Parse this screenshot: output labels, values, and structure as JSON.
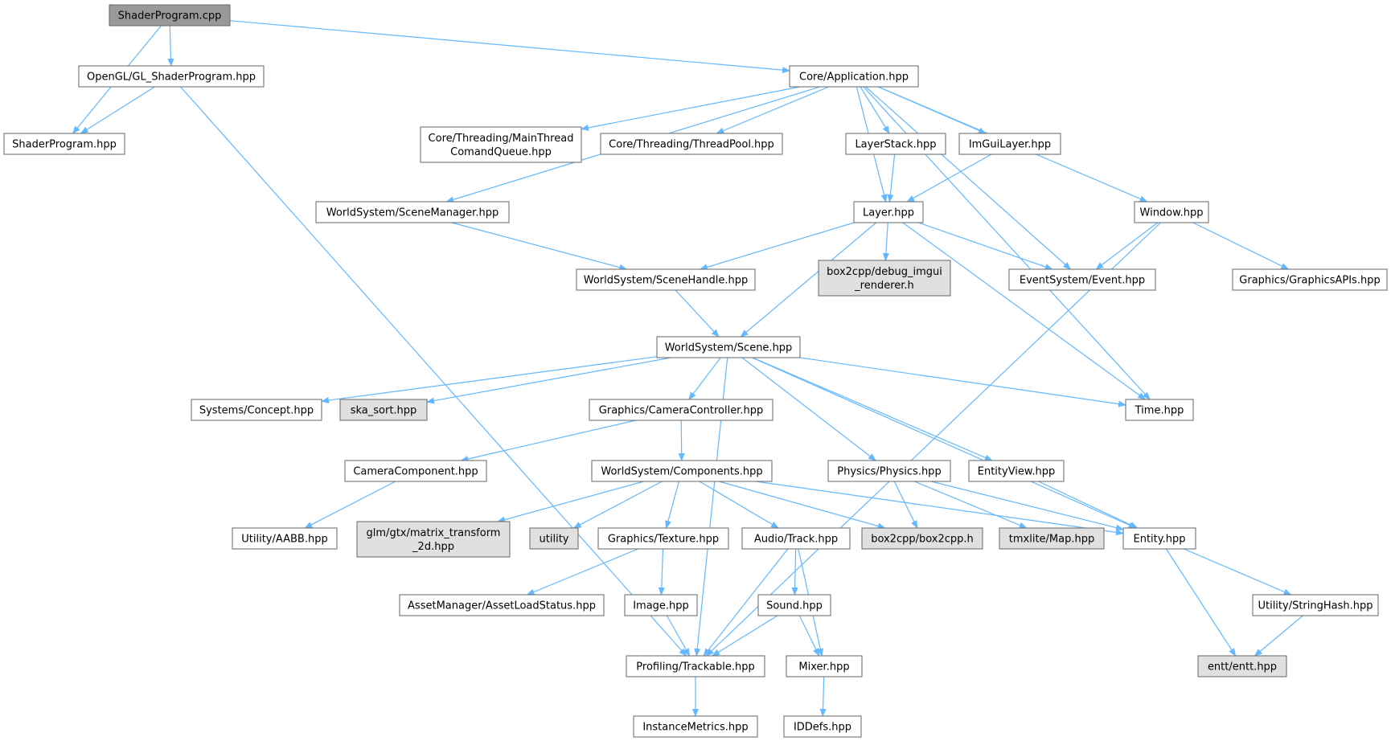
{
  "colors": {
    "edge": "#63b8ff",
    "node_border": "#666666",
    "node_fill": "#ffffff",
    "node_fill_external": "#e0e0e0",
    "node_fill_root": "#999999"
  },
  "nodes": [
    {
      "id": "shaderprogram-cpp",
      "lines": [
        "ShaderProgram.cpp"
      ],
      "style": "root"
    },
    {
      "id": "shaderprogram-hpp",
      "lines": [
        "ShaderProgram.hpp"
      ],
      "style": "normal"
    },
    {
      "id": "gl-shaderprogram",
      "lines": [
        "OpenGL/GL_ShaderProgram.hpp"
      ],
      "style": "normal"
    },
    {
      "id": "core-application",
      "lines": [
        "Core/Application.hpp"
      ],
      "style": "normal"
    },
    {
      "id": "scene-manager",
      "lines": [
        "WorldSystem/SceneManager.hpp"
      ],
      "style": "normal"
    },
    {
      "id": "main-thread-queue",
      "lines": [
        "Core/Threading/MainThread",
        "ComandQueue.hpp"
      ],
      "style": "normal"
    },
    {
      "id": "thread-pool",
      "lines": [
        "Core/Threading/ThreadPool.hpp"
      ],
      "style": "normal"
    },
    {
      "id": "layer-stack",
      "lines": [
        "LayerStack.hpp"
      ],
      "style": "normal"
    },
    {
      "id": "imgui-layer",
      "lines": [
        "ImGuiLayer.hpp"
      ],
      "style": "normal"
    },
    {
      "id": "window",
      "lines": [
        "Window.hpp"
      ],
      "style": "normal"
    },
    {
      "id": "layer",
      "lines": [
        "Layer.hpp"
      ],
      "style": "normal"
    },
    {
      "id": "scene-handle",
      "lines": [
        "WorldSystem/SceneHandle.hpp"
      ],
      "style": "normal"
    },
    {
      "id": "debug-imgui",
      "lines": [
        "box2cpp/debug_imgui",
        "_renderer.h"
      ],
      "style": "external"
    },
    {
      "id": "event",
      "lines": [
        "EventSystem/Event.hpp"
      ],
      "style": "normal"
    },
    {
      "id": "graphics-apis",
      "lines": [
        "Graphics/GraphicsAPIs.hpp"
      ],
      "style": "normal"
    },
    {
      "id": "scene",
      "lines": [
        "WorldSystem/Scene.hpp"
      ],
      "style": "normal"
    },
    {
      "id": "concept",
      "lines": [
        "Systems/Concept.hpp"
      ],
      "style": "normal"
    },
    {
      "id": "ska-sort",
      "lines": [
        "ska_sort.hpp"
      ],
      "style": "external"
    },
    {
      "id": "camera-controller",
      "lines": [
        "Graphics/CameraController.hpp"
      ],
      "style": "normal"
    },
    {
      "id": "time",
      "lines": [
        "Time.hpp"
      ],
      "style": "normal"
    },
    {
      "id": "camera-component",
      "lines": [
        "CameraComponent.hpp"
      ],
      "style": "normal"
    },
    {
      "id": "components",
      "lines": [
        "WorldSystem/Components.hpp"
      ],
      "style": "normal"
    },
    {
      "id": "physics",
      "lines": [
        "Physics/Physics.hpp"
      ],
      "style": "normal"
    },
    {
      "id": "entity-view",
      "lines": [
        "EntityView.hpp"
      ],
      "style": "normal"
    },
    {
      "id": "aabb",
      "lines": [
        "Utility/AABB.hpp"
      ],
      "style": "normal"
    },
    {
      "id": "glm-matrix",
      "lines": [
        "glm/gtx/matrix_transform",
        "_2d.hpp"
      ],
      "style": "external"
    },
    {
      "id": "utility",
      "lines": [
        "utility"
      ],
      "style": "external"
    },
    {
      "id": "texture",
      "lines": [
        "Graphics/Texture.hpp"
      ],
      "style": "normal"
    },
    {
      "id": "track",
      "lines": [
        "Audio/Track.hpp"
      ],
      "style": "normal"
    },
    {
      "id": "box2cpp",
      "lines": [
        "box2cpp/box2cpp.h"
      ],
      "style": "external"
    },
    {
      "id": "tmxlite-map",
      "lines": [
        "tmxlite/Map.hpp"
      ],
      "style": "external"
    },
    {
      "id": "entity",
      "lines": [
        "Entity.hpp"
      ],
      "style": "normal"
    },
    {
      "id": "asset-load-status",
      "lines": [
        "AssetManager/AssetLoadStatus.hpp"
      ],
      "style": "normal"
    },
    {
      "id": "image",
      "lines": [
        "Image.hpp"
      ],
      "style": "normal"
    },
    {
      "id": "sound",
      "lines": [
        "Sound.hpp"
      ],
      "style": "normal"
    },
    {
      "id": "string-hash",
      "lines": [
        "Utility/StringHash.hpp"
      ],
      "style": "normal"
    },
    {
      "id": "trackable",
      "lines": [
        "Profiling/Trackable.hpp"
      ],
      "style": "normal"
    },
    {
      "id": "mixer",
      "lines": [
        "Mixer.hpp"
      ],
      "style": "normal"
    },
    {
      "id": "entt",
      "lines": [
        "entt/entt.hpp"
      ],
      "style": "external"
    },
    {
      "id": "instance-metrics",
      "lines": [
        "InstanceMetrics.hpp"
      ],
      "style": "normal"
    },
    {
      "id": "iddefs",
      "lines": [
        "IDDefs.hpp"
      ],
      "style": "normal"
    }
  ],
  "edges": [
    {
      "from": "shaderprogram-cpp",
      "to": "shaderprogram-hpp"
    },
    {
      "from": "shaderprogram-cpp",
      "to": "gl-shaderprogram"
    },
    {
      "from": "shaderprogram-cpp",
      "to": "core-application"
    },
    {
      "from": "gl-shaderprogram",
      "to": "shaderprogram-hpp"
    },
    {
      "from": "gl-shaderprogram",
      "to": "trackable"
    },
    {
      "from": "core-application",
      "to": "scene-manager"
    },
    {
      "from": "core-application",
      "to": "main-thread-queue"
    },
    {
      "from": "core-application",
      "to": "thread-pool"
    },
    {
      "from": "core-application",
      "to": "layer-stack"
    },
    {
      "from": "core-application",
      "to": "imgui-layer"
    },
    {
      "from": "core-application",
      "to": "layer"
    },
    {
      "from": "core-application",
      "to": "event"
    },
    {
      "from": "core-application",
      "to": "window"
    },
    {
      "from": "core-application",
      "to": "time"
    },
    {
      "from": "layer-stack",
      "to": "layer"
    },
    {
      "from": "imgui-layer",
      "to": "layer"
    },
    {
      "from": "scene-manager",
      "to": "scene-handle"
    },
    {
      "from": "layer",
      "to": "scene-handle"
    },
    {
      "from": "layer",
      "to": "debug-imgui"
    },
    {
      "from": "layer",
      "to": "event"
    },
    {
      "from": "layer",
      "to": "scene"
    },
    {
      "from": "layer",
      "to": "time"
    },
    {
      "from": "window",
      "to": "event"
    },
    {
      "from": "window",
      "to": "graphics-apis"
    },
    {
      "from": "window",
      "to": "trackable"
    },
    {
      "from": "scene-handle",
      "to": "scene"
    },
    {
      "from": "scene",
      "to": "concept"
    },
    {
      "from": "scene",
      "to": "ska-sort"
    },
    {
      "from": "scene",
      "to": "camera-controller"
    },
    {
      "from": "scene",
      "to": "time"
    },
    {
      "from": "scene",
      "to": "physics"
    },
    {
      "from": "scene",
      "to": "entity-view"
    },
    {
      "from": "scene",
      "to": "entity"
    },
    {
      "from": "scene",
      "to": "trackable"
    },
    {
      "from": "camera-controller",
      "to": "camera-component"
    },
    {
      "from": "camera-controller",
      "to": "components"
    },
    {
      "from": "camera-component",
      "to": "aabb"
    },
    {
      "from": "components",
      "to": "glm-matrix"
    },
    {
      "from": "components",
      "to": "utility"
    },
    {
      "from": "components",
      "to": "texture"
    },
    {
      "from": "components",
      "to": "track"
    },
    {
      "from": "components",
      "to": "box2cpp"
    },
    {
      "from": "components",
      "to": "entity"
    },
    {
      "from": "physics",
      "to": "box2cpp"
    },
    {
      "from": "physics",
      "to": "tmxlite-map"
    },
    {
      "from": "physics",
      "to": "entity"
    },
    {
      "from": "entity-view",
      "to": "entity"
    },
    {
      "from": "texture",
      "to": "asset-load-status"
    },
    {
      "from": "texture",
      "to": "image"
    },
    {
      "from": "image",
      "to": "trackable"
    },
    {
      "from": "track",
      "to": "sound"
    },
    {
      "from": "track",
      "to": "mixer"
    },
    {
      "from": "track",
      "to": "trackable"
    },
    {
      "from": "sound",
      "to": "trackable"
    },
    {
      "from": "sound",
      "to": "mixer"
    },
    {
      "from": "entity",
      "to": "string-hash"
    },
    {
      "from": "entity",
      "to": "entt"
    },
    {
      "from": "string-hash",
      "to": "entt"
    },
    {
      "from": "trackable",
      "to": "instance-metrics"
    },
    {
      "from": "mixer",
      "to": "iddefs"
    }
  ]
}
